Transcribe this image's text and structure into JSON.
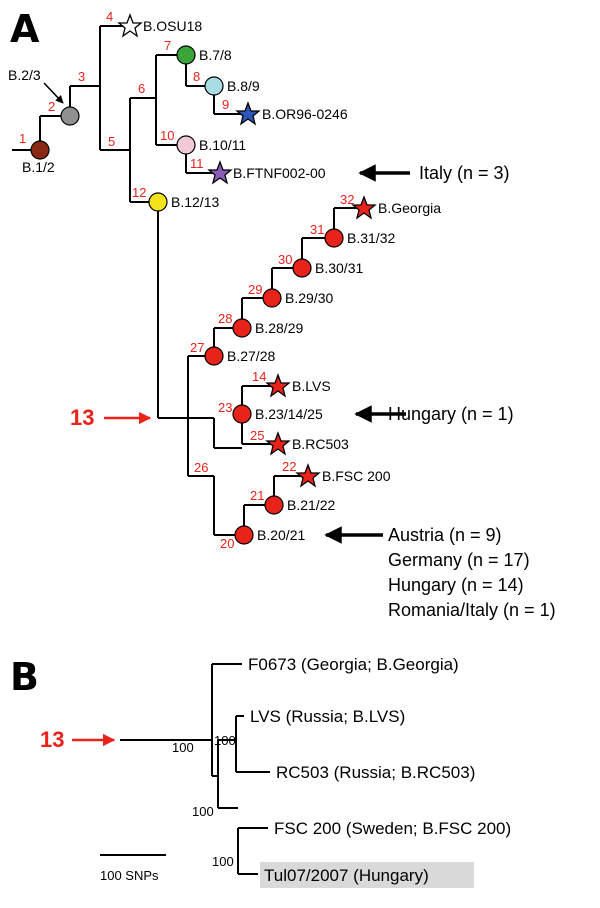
{
  "panel_a": {
    "letter": "A",
    "branch_numbers": [
      "1",
      "2",
      "3",
      "4",
      "5",
      "6",
      "7",
      "8",
      "9",
      "10",
      "11",
      "12",
      "13",
      "14",
      "20",
      "21",
      "22",
      "23",
      "25",
      "26",
      "27",
      "28",
      "29",
      "30",
      "31",
      "32"
    ],
    "nodes": {
      "b12": "B.1/2",
      "b23": "B.2/3",
      "osu18": "B.OSU18",
      "b78": "B.7/8",
      "b89": "B.8/9",
      "or96": "B.OR96-0246",
      "b1011": "B.10/11",
      "ftnf": "B.FTNF002-00",
      "b1213": "B.12/13",
      "georgia": "B.Georgia",
      "b3132": "B.31/32",
      "b3031": "B.30/31",
      "b2930": "B.29/30",
      "b2829": "B.28/29",
      "b2728": "B.27/28",
      "lvs": "B.LVS",
      "b231425": "B.23/14/25",
      "rc503": "B.RC503",
      "fsc200": "B.FSC 200",
      "b2122": "B.21/22",
      "b2021": "B.20/21"
    },
    "annotations": {
      "italy": "Italy (n = 3)",
      "hungary": "Hungary (n = 1)",
      "austria": "Austria (n = 9)",
      "germany": "Germany (n = 17)",
      "hungary2": "Hungary (n = 14)",
      "romania": "Romania/Italy (n = 1)"
    },
    "colors": {
      "brown": "#8b2a14",
      "gray": "#909090",
      "green": "#3aa63a",
      "light_blue": "#a9dde6",
      "blue": "#2e55b7",
      "pink": "#f3c9d8",
      "purple": "#8a5cb5",
      "yellow": "#f4e21a",
      "red": "#e8231a",
      "white": "#ffffff",
      "number_red": "#e8231a"
    }
  },
  "panel_b": {
    "letter": "B",
    "taxa": {
      "f0673": "F0673 (Georgia; B.Georgia)",
      "lvs": "LVS (Russia; B.LVS)",
      "rc503": "RC503 (Russia; B.RC503)",
      "fsc200": "FSC 200 (Sweden; B.FSC 200)",
      "tul07": "Tul07/2007 (Hungary)"
    },
    "bootstrap": {
      "n1": "100",
      "n2": "100",
      "n3": "100",
      "n4": "100"
    },
    "scale_label": "100 SNPs",
    "highlight_color": "#d9d9d9"
  },
  "marker_13": {
    "label": "13",
    "color": "#e8231a"
  }
}
